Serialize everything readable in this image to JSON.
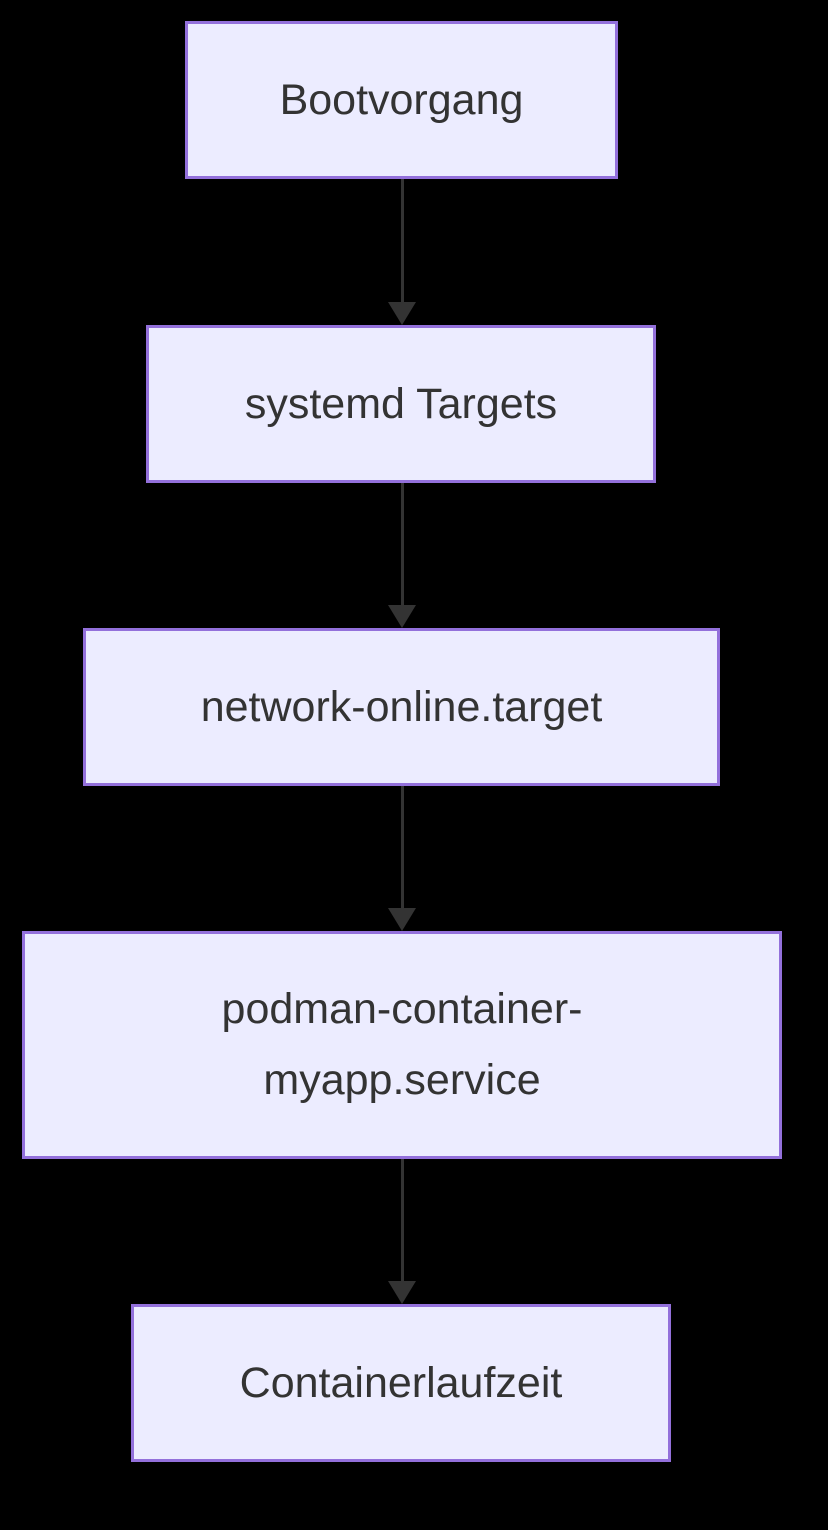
{
  "diagram": {
    "type": "flowchart",
    "direction": "top-down"
  },
  "nodes": [
    {
      "label": "Bootvorgang"
    },
    {
      "label": "systemd Targets"
    },
    {
      "label": "network-online.target"
    },
    {
      "label": "podman-container-myapp.service",
      "lines": [
        "podman-container-",
        "myapp.service"
      ]
    },
    {
      "label": "Containerlaufzeit"
    }
  ],
  "edges": [
    {
      "from": "Bootvorgang",
      "to": "systemd Targets",
      "style": "arrow"
    },
    {
      "from": "systemd Targets",
      "to": "network-online.target",
      "style": "arrow"
    },
    {
      "from": "network-online.target",
      "to": "podman-container-myapp.service",
      "style": "arrow"
    },
    {
      "from": "podman-container-myapp.service",
      "to": "Containerlaufzeit",
      "style": "arrow"
    }
  ],
  "colors": {
    "background": "#000000",
    "node_fill": "#ECECFF",
    "node_border": "#9370DB",
    "node_text": "#333333",
    "edge": "#333333"
  }
}
